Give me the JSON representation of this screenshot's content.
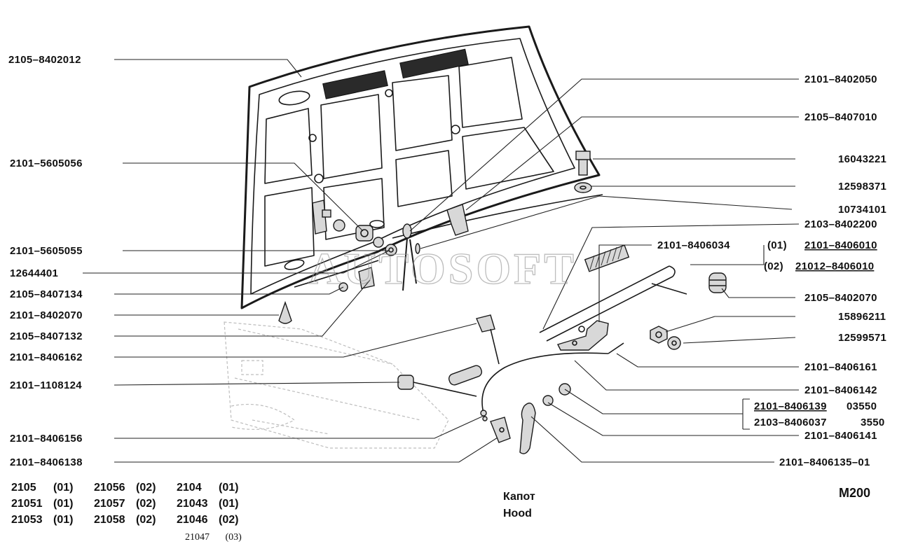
{
  "watermark": "AUTOSOFT",
  "title_ru": "Капот",
  "title_en": "Hood",
  "sheet_code": "M200",
  "left_labels": [
    "2105–8402012",
    "2101–5605056",
    "2101–5605055",
    "12644401",
    "2105–8407134",
    "2101–8402070",
    "2105–8407132",
    "2101–8406162",
    "2101–1108124",
    "2101–8406156",
    "2101–8406138"
  ],
  "right_labels": [
    "2101–8402050",
    "2105–8407010",
    "16043221",
    "12598371",
    "10734101",
    "2103–8402200",
    "2105–8402070",
    "15896211",
    "12599571",
    "2101–8406161",
    "2101–8406142",
    "2101–8406141",
    "2101–8406135–01"
  ],
  "rod": {
    "part": "2101–8406034",
    "variants": [
      {
        "code": "(01)",
        "part": "2101–8406010"
      },
      {
        "code": "(02)",
        "part": "21012–8406010"
      }
    ]
  },
  "cable_bracket": {
    "rows": [
      {
        "part": "2101–8406139",
        "ref": "03550"
      },
      {
        "part": "2103–8406037",
        "ref": "3550"
      }
    ]
  },
  "models": [
    [
      {
        "code": "2105",
        "var": "(01)"
      },
      {
        "code": "21056",
        "var": "(02)"
      },
      {
        "code": "2104",
        "var": "(01)"
      }
    ],
    [
      {
        "code": "21051",
        "var": "(01)"
      },
      {
        "code": "21057",
        "var": "(02)"
      },
      {
        "code": "21043",
        "var": "(01)"
      }
    ],
    [
      {
        "code": "21053",
        "var": "(01)"
      },
      {
        "code": "21058",
        "var": "(02)"
      },
      {
        "code": "21046",
        "var": "(02)"
      }
    ]
  ],
  "models_extra": {
    "code": "21047",
    "var": "(03)"
  }
}
